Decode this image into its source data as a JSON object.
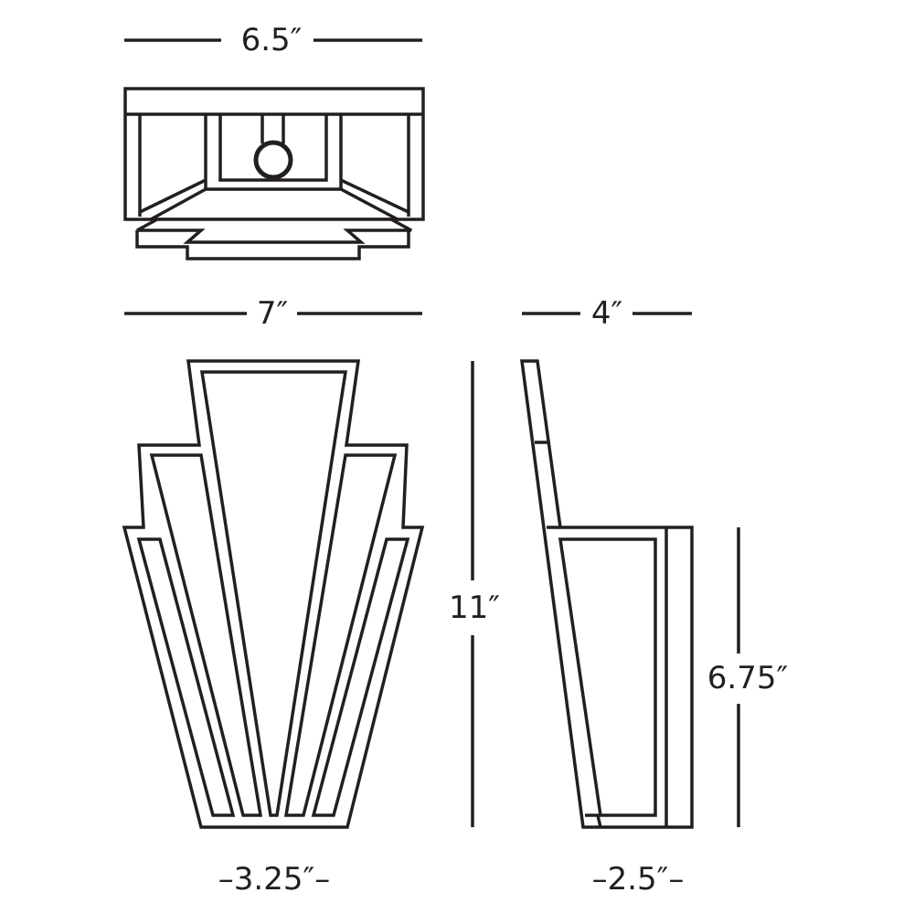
{
  "dimensions": {
    "top_width": "6.5″",
    "front_width": "7″",
    "side_depth": "4″",
    "height": "11″",
    "box_height": "6.75″",
    "bottom_width": "–3.25″–",
    "box_depth": "–2.5″–"
  },
  "colors": {
    "line": "#231f20",
    "background": "#ffffff"
  }
}
